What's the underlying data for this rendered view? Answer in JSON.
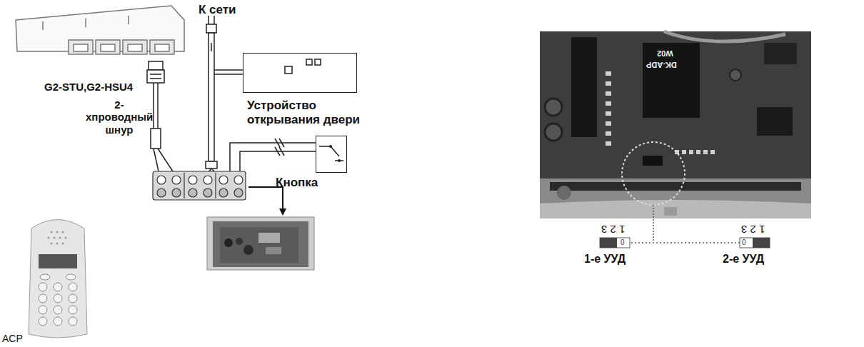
{
  "diagram": {
    "nodes": [
      {
        "text": [
          "Устройство открывания двери"
        ]
      },
      {
        "text": [
          "Кнопка"
        ]
      }
    ],
    "labels": [
      "К сети",
      "G2-STU,G2-HSU4",
      "2-хпроводный шнур",
      "ACP",
      "DK-ADP",
      "W02",
      "1 2 3",
      "1 2 3",
      "0",
      "0",
      "1-е УУД",
      "2-е УУД"
    ]
  }
}
